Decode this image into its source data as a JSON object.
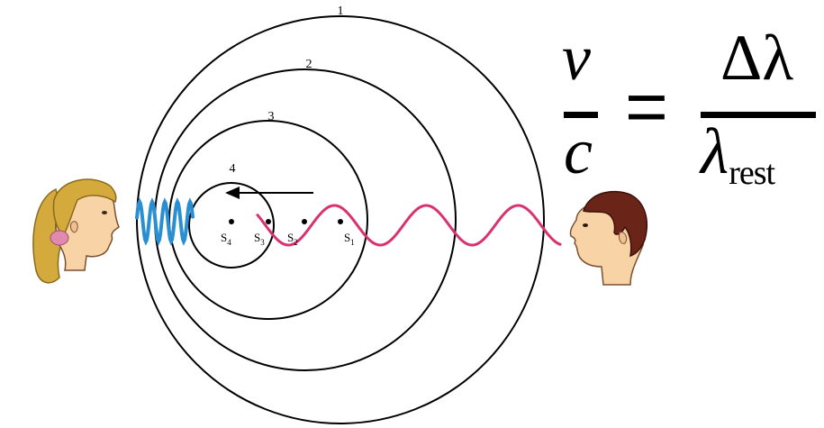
{
  "wavefront_labels": [
    "1",
    "2",
    "3",
    "4"
  ],
  "source_labels": [
    {
      "letter": "S",
      "sub": "1"
    },
    {
      "letter": "S",
      "sub": "2"
    },
    {
      "letter": "S",
      "sub": "3"
    },
    {
      "letter": "S",
      "sub": "4"
    }
  ],
  "equation": {
    "numerator_left": "v",
    "denominator_left": "c",
    "equals": "=",
    "numerator_right": "Δλ",
    "denominator_right": "λ",
    "denominator_right_sub": "rest"
  },
  "colors": {
    "compressed_wave": "#2a8fd0",
    "stretched_wave": "#d8336e",
    "hair": "#d4aa3c",
    "skin": "#f7d3a6",
    "male_hair": "#6b2418",
    "hair_tie": "#e08ab0"
  }
}
